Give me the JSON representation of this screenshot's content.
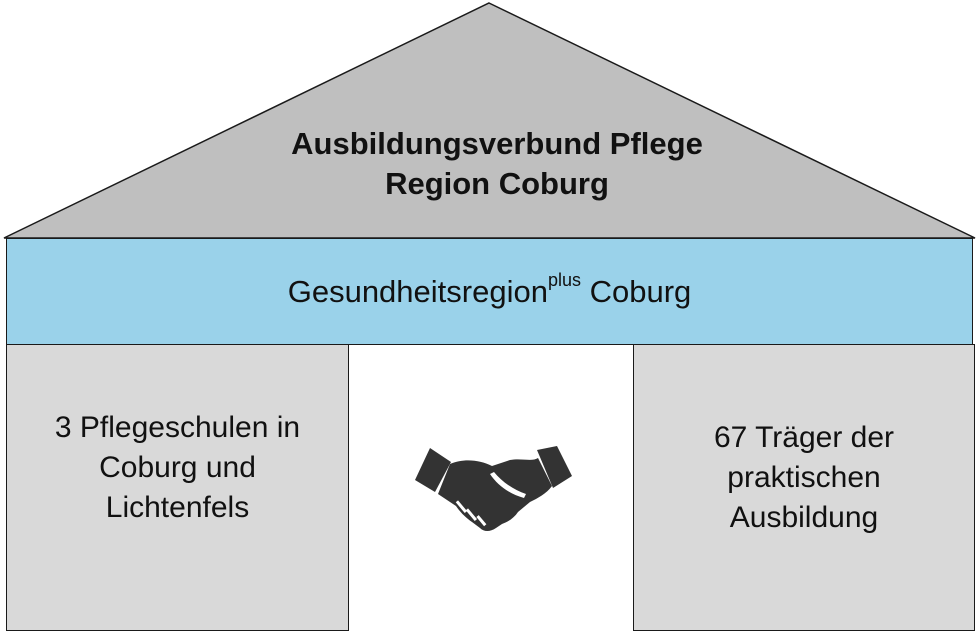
{
  "roof": {
    "title_line1": "Ausbildungsverbund Pflege",
    "title_line2": "Region Coburg"
  },
  "band": {
    "label_main": "Gesundheitsregion",
    "label_super": "plus",
    "label_tail": " Coburg"
  },
  "pillars": {
    "left": "3 Pflegeschulen in\nCoburg und\nLichtenfels",
    "right": "67 Träger der\npraktischen\nAusbildung"
  },
  "icons": {
    "center": "handshake-icon"
  },
  "colors": {
    "roof_fill": "#bfbfbf",
    "band_fill": "#9ad2ea",
    "pillar_fill": "#d9d9d9",
    "icon_fill": "#333333",
    "outline": "#1a1a1a"
  }
}
